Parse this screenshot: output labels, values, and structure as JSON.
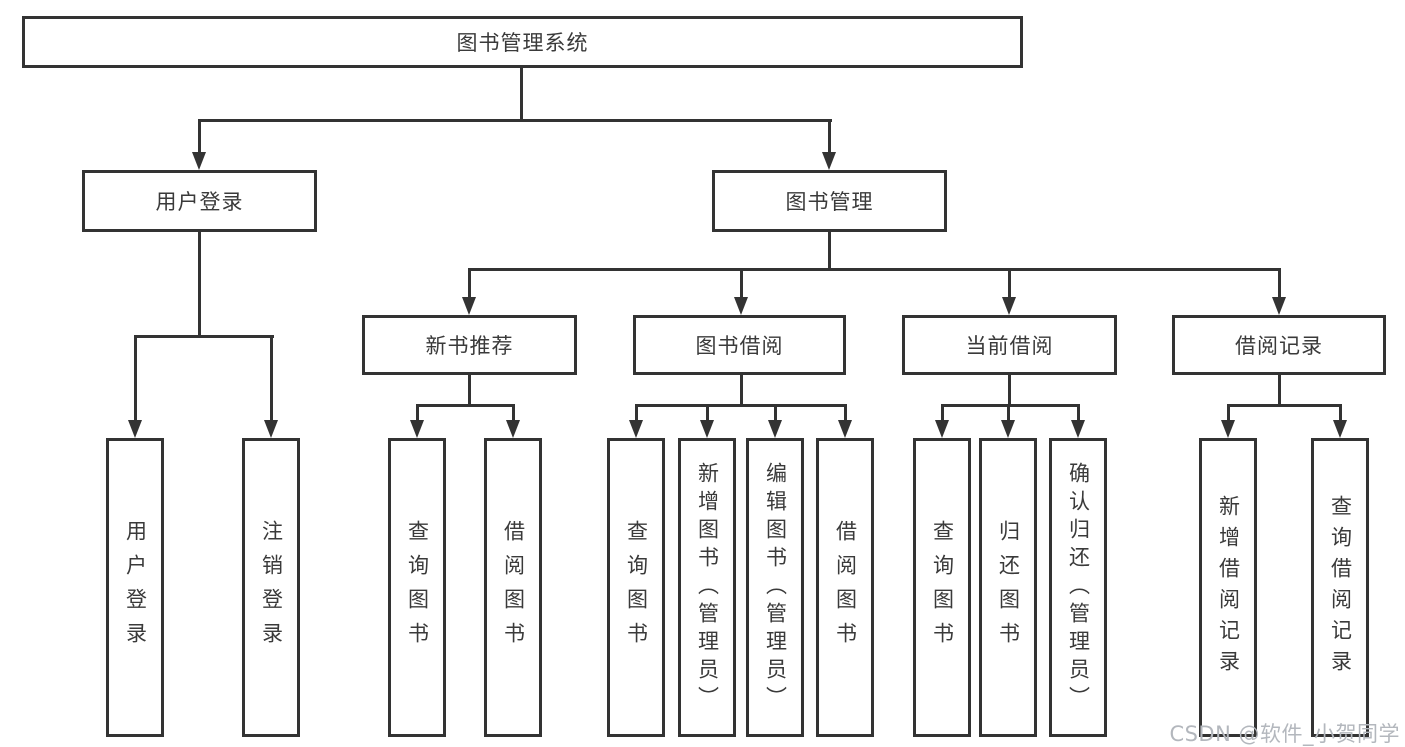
{
  "diagram": {
    "root": {
      "label": "图书管理系统"
    },
    "branches": [
      {
        "label": "用户登录",
        "children": [
          {
            "label": "用户登录"
          },
          {
            "label": "注销登录"
          }
        ]
      },
      {
        "label": "图书管理",
        "sections": [
          {
            "label": "新书推荐",
            "children": [
              {
                "label": "查询图书"
              },
              {
                "label": "借阅图书"
              }
            ]
          },
          {
            "label": "图书借阅",
            "children": [
              {
                "label": "查询图书"
              },
              {
                "label": "新增图书（管理员）"
              },
              {
                "label": "编辑图书（管理员）"
              },
              {
                "label": "借阅图书"
              }
            ]
          },
          {
            "label": "当前借阅",
            "children": [
              {
                "label": "查询图书"
              },
              {
                "label": "归还图书"
              },
              {
                "label": "确认归还（管理员）"
              }
            ]
          },
          {
            "label": "借阅记录",
            "children": [
              {
                "label": "新增借阅记录"
              },
              {
                "label": "查询借阅记录"
              }
            ]
          }
        ]
      }
    ]
  },
  "watermark": {
    "text": "CSDN @软件_小贺同学"
  },
  "colors": {
    "line": "#333333",
    "text": "#3a3a3a",
    "background": "#ffffff",
    "watermark": "#b3b7bd"
  }
}
